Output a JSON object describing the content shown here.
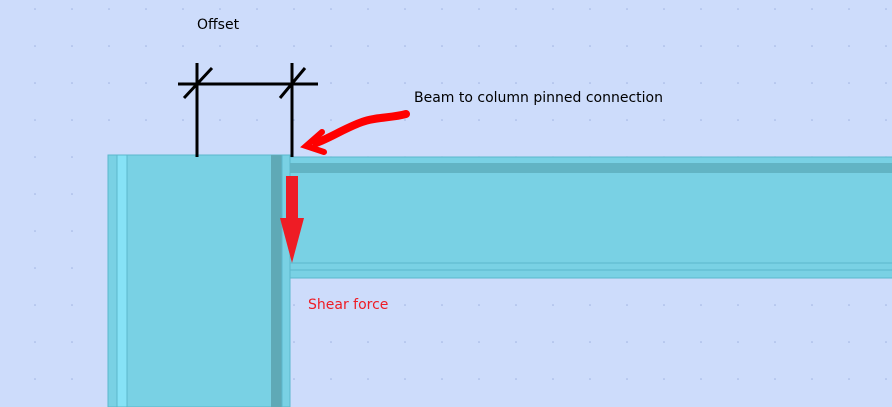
{
  "labels": {
    "offset": "Offset",
    "connection": "Beam to column pinned connection",
    "shear": "Shear force"
  },
  "colors": {
    "background": "#cddcfb",
    "steel": "#79d1e4",
    "steel_dark": "#5fa9b6",
    "steel_light": "#86e2f6",
    "annotation": "#000000",
    "force": "#ee1c25"
  },
  "icons": {
    "force_arrow": "red-down-arrow",
    "pointer_arrow": "red-hand-drawn-arrow"
  }
}
